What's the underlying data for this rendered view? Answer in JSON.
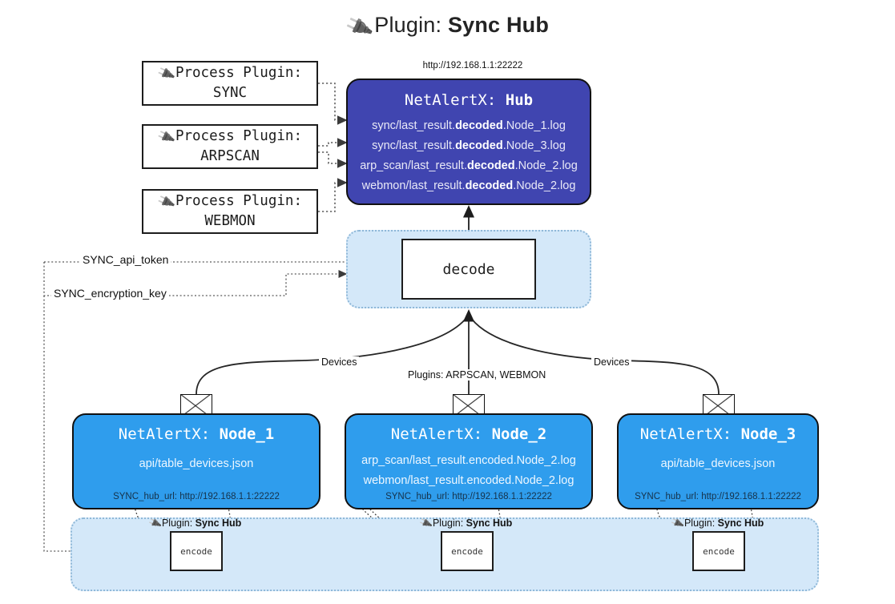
{
  "title": {
    "icon": "plug-icon",
    "prefix": "Plugin:",
    "name": "Sync Hub"
  },
  "hub": {
    "url": "http://192.168.1.1:22222",
    "title_prefix": "NetAlertX:",
    "title_name": "Hub",
    "lines": [
      {
        "pre": "sync/last_result.",
        "mid": "decoded",
        "post": ".Node_1.log"
      },
      {
        "pre": "sync/last_result.",
        "mid": "decoded",
        "post": ".Node_3.log"
      },
      {
        "pre": "arp_scan/last_result.",
        "mid": "decoded",
        "post": ".Node_2.log"
      },
      {
        "pre": "webmon/last_result.",
        "mid": "decoded",
        "post": ".Node_2.log"
      }
    ],
    "color": "#4045b0"
  },
  "process_plugins": [
    {
      "icon": "plug-icon",
      "label": "Process Plugin:",
      "name": "SYNC"
    },
    {
      "icon": "plug-icon",
      "label": "Process Plugin:",
      "name": "ARPSCAN"
    },
    {
      "icon": "plug-icon",
      "label": "Process Plugin:",
      "name": "WEBMON"
    }
  ],
  "decode": {
    "label": "decode"
  },
  "tokens": [
    {
      "label": "SYNC_api_token"
    },
    {
      "label": "SYNC_encryption_key"
    }
  ],
  "edge_labels": {
    "devices_left": "Devices",
    "devices_right": "Devices",
    "plugins_center": "Plugins: ARPSCAN, WEBMON"
  },
  "nodes": [
    {
      "title_prefix": "NetAlertX:",
      "title_name": "Node_1",
      "lines": [
        "api/table_devices.json"
      ],
      "footer": "SYNC_hub_url: http://192.168.1.1:22222",
      "icon": "envelope-icon"
    },
    {
      "title_prefix": "NetAlertX:",
      "title_name": "Node_2",
      "lines": [
        "arp_scan/last_result.encoded.Node_2.log",
        "webmon/last_result.encoded.Node_2.log"
      ],
      "footer": "SYNC_hub_url: http://192.168.1.1:22222",
      "icon": "envelope-icon"
    },
    {
      "title_prefix": "NetAlertX:",
      "title_name": "Node_3",
      "lines": [
        "api/table_devices.json"
      ],
      "footer": "SYNC_hub_url: http://192.168.1.1:22222",
      "icon": "envelope-icon"
    }
  ],
  "encoders": [
    {
      "icon": "plug-icon",
      "label_prefix": "Plugin:",
      "label_name": "Sync Hub",
      "box": "encode"
    },
    {
      "icon": "plug-icon",
      "label_prefix": "Plugin:",
      "label_name": "Sync Hub",
      "box": "encode"
    },
    {
      "icon": "plug-icon",
      "label_prefix": "Plugin:",
      "label_name": "Sync Hub",
      "box": "encode"
    }
  ],
  "colors": {
    "hub": "#4045b0",
    "node": "#2f9ded",
    "container": "#d4e8f9",
    "container_border": "#8fb8d8",
    "stroke": "#1d1d1d"
  }
}
